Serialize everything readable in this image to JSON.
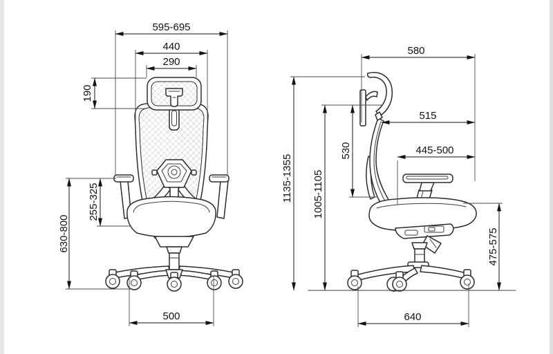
{
  "page": {
    "background": "#ffffff",
    "left_edge_strip": "#e6e6ec",
    "right_edge_strip": "#dfdfe5",
    "line_color": "#2b2b2b",
    "dimension_color": "#141414"
  },
  "front_view": {
    "dimensions": {
      "overall_width": "595-695",
      "backrest_width": "440",
      "headrest_width": "290",
      "headrest_height": "190",
      "armrest_above_seat": "255-325",
      "armrest_floor_height": "630-800",
      "base_width": "500"
    }
  },
  "side_view": {
    "dimensions": {
      "overall_depth": "580",
      "backrest_depth": "515",
      "seat_depth": "445-500",
      "backrest_height": "530",
      "overall_height": "1135-1355",
      "backrest_top_height": "1005-1105",
      "seat_height": "475-575",
      "base_depth": "640"
    }
  }
}
